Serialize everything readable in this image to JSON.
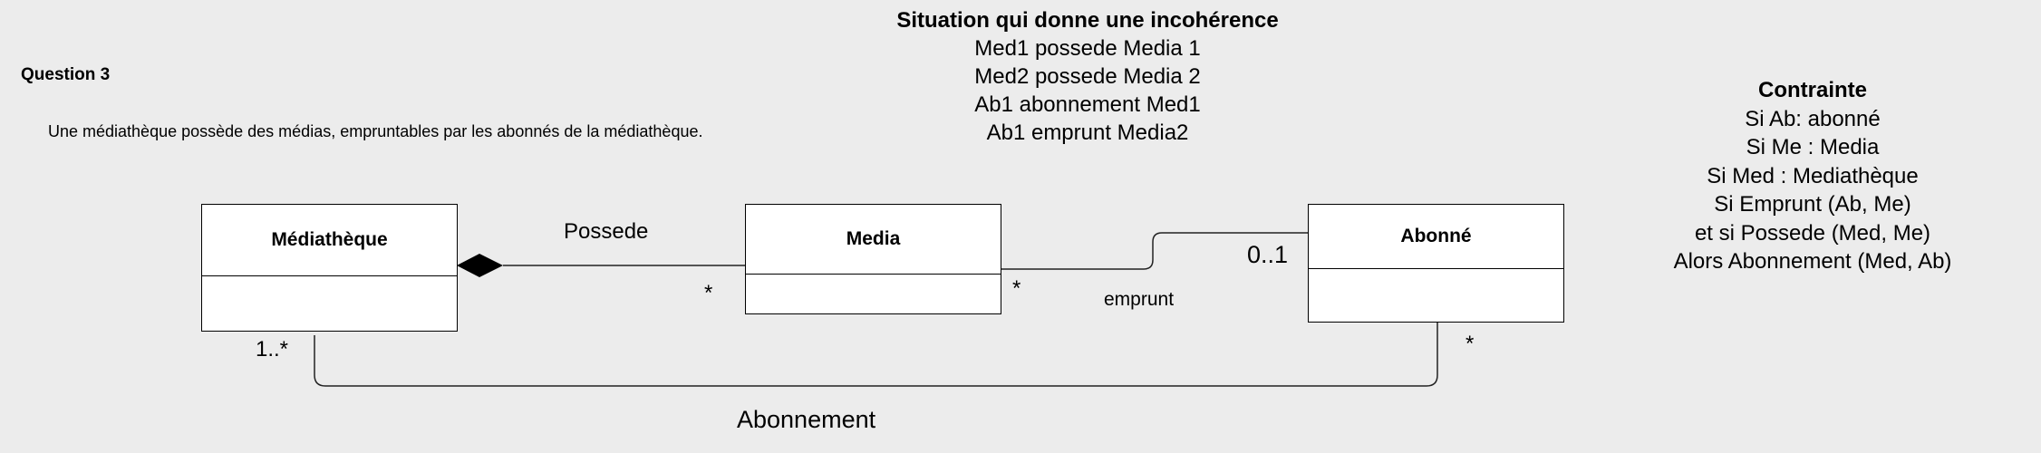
{
  "question": {
    "title": "Question 3",
    "text": "Une médiathèque possède des médias, empruntables par les abonnés de la médiathèque."
  },
  "situation": {
    "title": "Situation qui donne une incohérence",
    "lines": [
      "Med1 possede Media 1",
      "Med2 possede Media 2",
      "Ab1 abonnement Med1",
      "Ab1 emprunt Media2"
    ]
  },
  "constraint": {
    "title": "Contrainte",
    "lines": [
      "Si Ab: abonné",
      "Si Me : Media",
      "Si Med : Mediathèque",
      "Si Emprunt (Ab, Me)",
      "et si Possede (Med, Me)",
      "Alors Abonnement (Med, Ab)"
    ]
  },
  "classes": {
    "mediatheque": "Médiathèque",
    "media": "Media",
    "abonne": "Abonné"
  },
  "associations": {
    "possede": {
      "label": "Possede",
      "target_multiplicity": "*"
    },
    "emprunt": {
      "label": "emprunt",
      "media_multiplicity": "*",
      "abonne_multiplicity": "0..1"
    },
    "abonnement": {
      "label": "Abonnement",
      "mediatheque_multiplicity": "1..*",
      "abonne_multiplicity": "*"
    }
  }
}
